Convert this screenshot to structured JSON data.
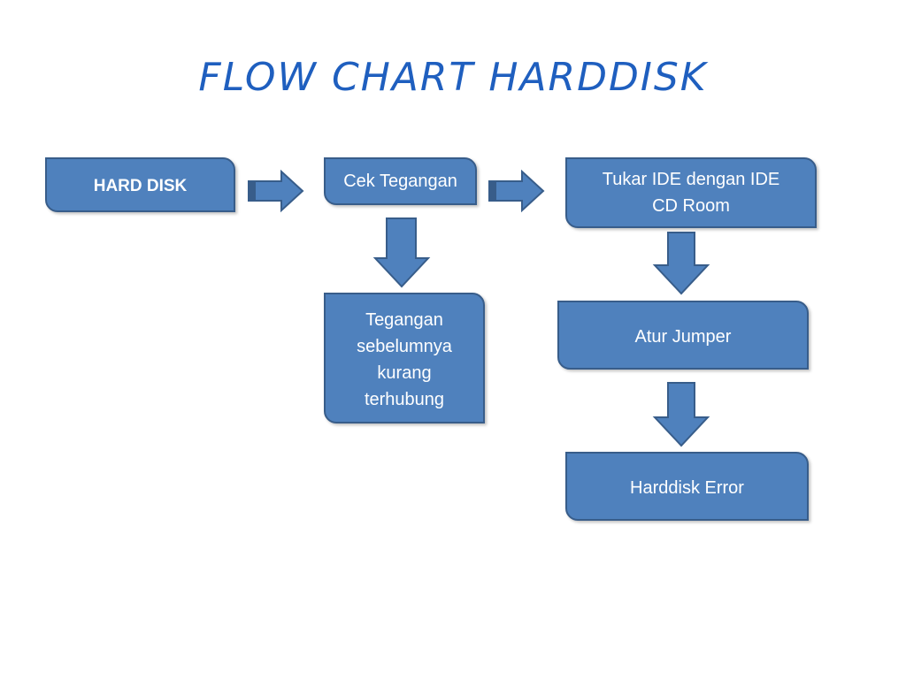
{
  "title": "FLOW CHART HARDDISK",
  "nodes": {
    "hard_disk": "HARD DISK",
    "cek_tegangan": "Cek Tegangan",
    "tukar_ide": "Tukar IDE dengan IDE\nCD Room",
    "tegangan_sebelumnya": "Tegangan\nsebelumnya\nkurang\nterhubung",
    "atur_jumper": "Atur Jumper",
    "harddisk_error": "Harddisk Error"
  },
  "colors": {
    "box_fill": "#4f81bd",
    "box_border": "#385d8a",
    "title": "#1f5fbf",
    "arrow_fill": "#4f81bd"
  },
  "icons": {
    "right_arrow": "right-arrow-icon",
    "down_arrow": "down-arrow-icon"
  }
}
